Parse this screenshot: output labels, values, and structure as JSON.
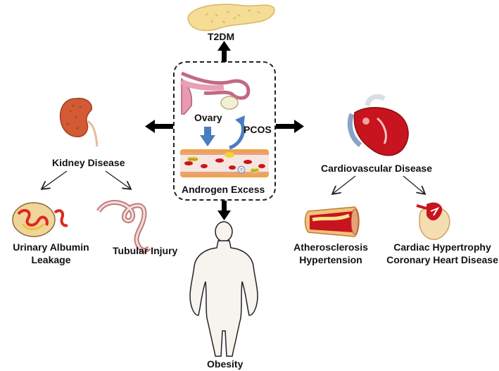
{
  "center": {
    "ovary_label": "Ovary",
    "pcos_label": "PCOS",
    "androgen_label": "Androgen Excess",
    "cell_tags": [
      "DHEA",
      "T",
      "DHT"
    ]
  },
  "top": {
    "t2dm_label": "T2DM"
  },
  "bottom": {
    "obesity_label": "Obesity"
  },
  "left": {
    "kidney_label": "Kidney Disease",
    "urinary_line1": "Urinary Albumin",
    "urinary_line2": "Leakage",
    "tubular_label": "Tubular Injury"
  },
  "right": {
    "cardio_label": "Cardiovascular Disease",
    "athero_line1": "Atherosclerosis",
    "athero_line2": "Hypertension",
    "cardiac_line1": "Cardiac Hypertrophy",
    "cardiac_line2": "Coronary Heart Disease"
  },
  "colors": {
    "arrow": "#000000",
    "cycle_arrow": "#4a7cc0",
    "blood": "#c8141e",
    "tissue": "#e89a9a",
    "pancreas": "#f5dd96",
    "skin": "#f7f3ee"
  }
}
